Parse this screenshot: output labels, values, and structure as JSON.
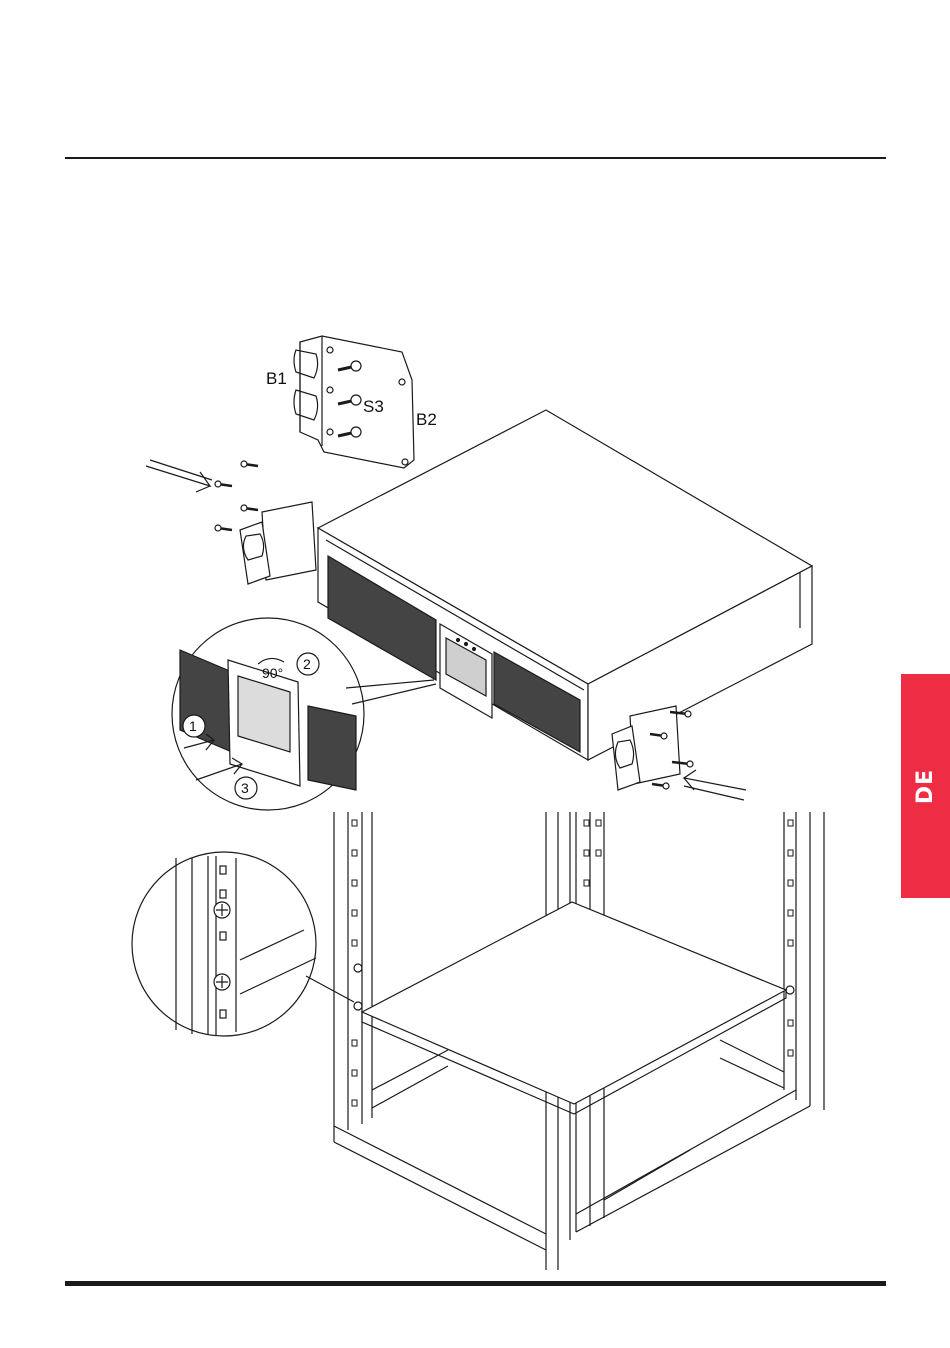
{
  "language_tab": {
    "label": "DE",
    "color": "#ee2d45"
  },
  "diagram": {
    "labels": {
      "bracket_left": "B1",
      "screw": "S3",
      "bracket_right": "B2"
    },
    "steps": [
      "1",
      "2",
      "3"
    ],
    "angle": "90°"
  }
}
